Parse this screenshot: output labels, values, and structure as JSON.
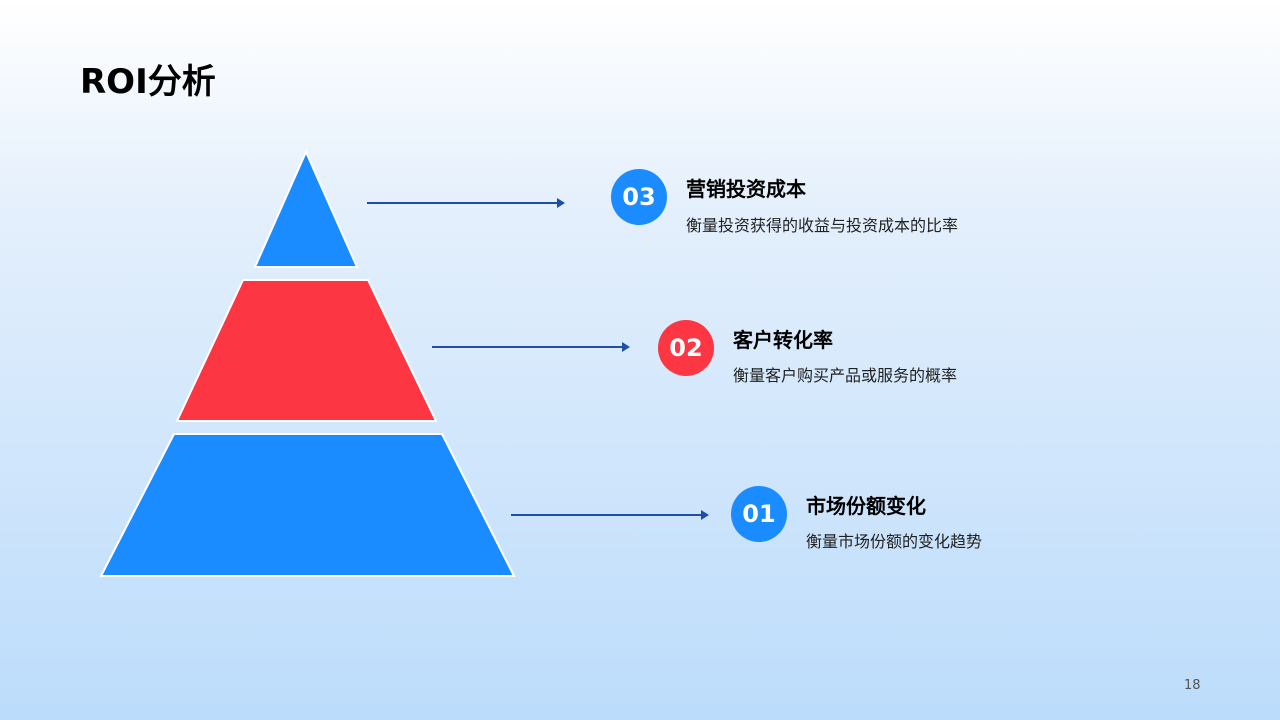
{
  "title": "ROI分析",
  "colors": {
    "blue": "#1a8cff",
    "red": "#fc3642",
    "arrow": "#1e4ea8"
  },
  "items": [
    {
      "number": "03",
      "title": "营销投资成本",
      "description": "衡量投资获得的收益与投资成本的比率",
      "color": "#1a8cff"
    },
    {
      "number": "02",
      "title": "客户转化率",
      "description": "衡量客户购买产品或服务的概率",
      "color": "#fc3642"
    },
    {
      "number": "01",
      "title": "市场份额变化",
      "description": "衡量市场份额的变化趋势",
      "color": "#1a8cff"
    }
  ],
  "page_number": "18"
}
